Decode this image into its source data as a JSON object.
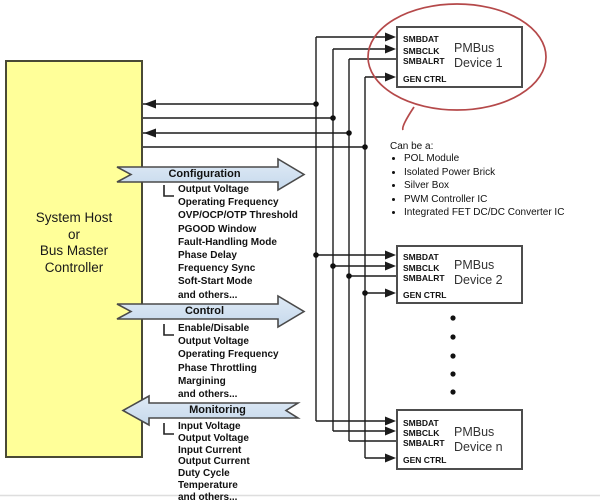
{
  "host": {
    "line1": "System Host",
    "line2": "or",
    "line3": "Bus Master",
    "line4": "Controller"
  },
  "signals": {
    "smbdat": "SMBDAT",
    "smbclk": "SMBCLK",
    "smbalrt": "SMBALRT",
    "genctrl": "GEN CTRL"
  },
  "devices": [
    {
      "line1": "PMBus",
      "line2": "Device 1"
    },
    {
      "line1": "PMBus",
      "line2": "Device 2"
    },
    {
      "line1": "PMBus",
      "line2": "Device n"
    }
  ],
  "arrows": {
    "configuration": {
      "label": "Configuration",
      "items": [
        "Output Voltage",
        "Operating Frequency",
        "OVP/OCP/OTP Threshold",
        "PGOOD Window",
        "Fault-Handling Mode",
        "Phase Delay",
        "Frequency Sync",
        "Soft-Start Mode",
        "and others..."
      ]
    },
    "control": {
      "label": "Control",
      "items": [
        "Enable/Disable",
        "Output Voltage",
        "Operating Frequency",
        "Phase Throttling",
        "Margining",
        "and others..."
      ]
    },
    "monitoring": {
      "label": "Monitoring",
      "items": [
        "Input Voltage",
        "Output Voltage",
        "Input Current",
        "Output Current",
        "Duty Cycle",
        "Temperature",
        "and others..."
      ]
    }
  },
  "callout": {
    "title": "Can be a:",
    "items": [
      "POL Module",
      "Isolated Power Brick",
      "Silver Box",
      "PWM Controller IC",
      "Integrated FET DC/DC Converter IC"
    ]
  },
  "colors": {
    "host_fill": "#FFFF99",
    "host_border": "#4A4A35",
    "arrow_fill_top": "#DFEAF6",
    "arrow_fill_bottom": "#C6D9EC",
    "arrow_stroke": "#4A4A4A",
    "wire": "#1C1C1C",
    "device_border": "#4D4D4D",
    "emphasis_red": "#B5494A"
  }
}
